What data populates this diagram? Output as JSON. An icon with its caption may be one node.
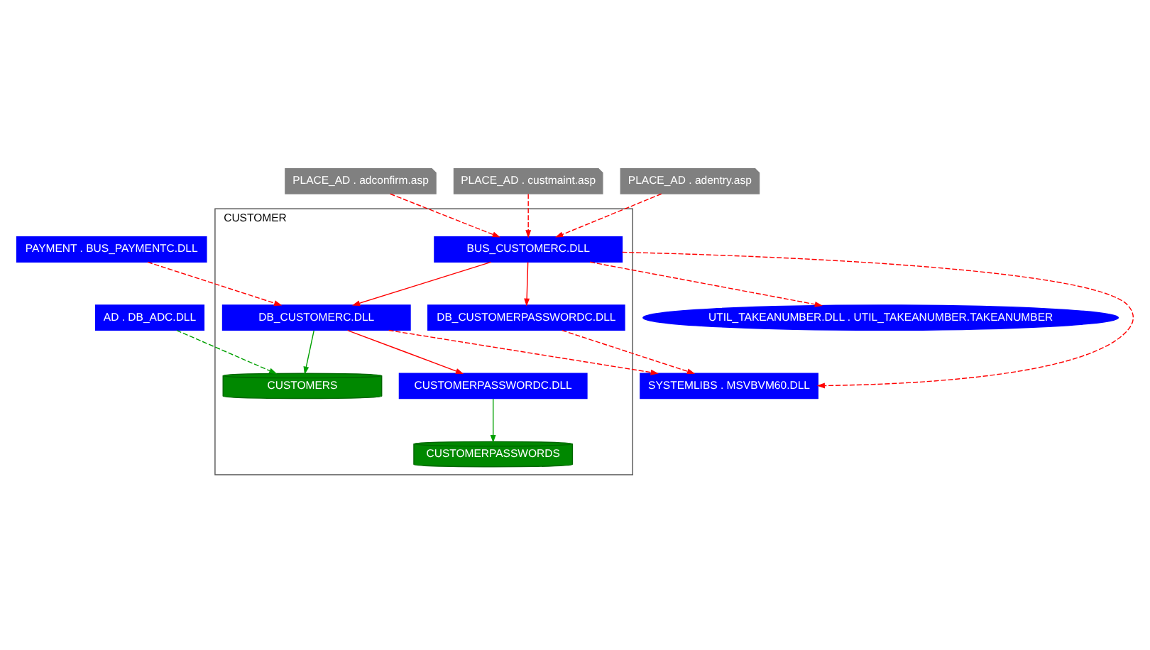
{
  "diagram": {
    "nodes": [
      {
        "text": [
          "AD . DB_ADC.DLL"
        ]
      },
      {
        "text": [
          "PLACE_AD . adconfirm.asp"
        ]
      },
      {
        "text": [
          "PLACE_AD . custmaint.asp"
        ]
      },
      {
        "text": [
          "PLACE_AD . adentry.asp"
        ]
      },
      {
        "text": [
          "PAYMENT . BUS_PAYMENTC.DLL"
        ]
      },
      {
        "text": [
          "CUSTOMER"
        ]
      },
      {
        "text": [
          "BUS_CUSTOMERC.DLL"
        ],
        "in": 5
      },
      {
        "text": [
          "CUSTOMERPASSWORDC.DLL"
        ],
        "in": 5
      },
      {
        "text": [
          "DB_CUSTOMERC.DLL"
        ],
        "in": 5
      },
      {
        "text": [
          "DB_CUSTOMERPASSWORDC.DLL"
        ],
        "in": 5
      },
      {
        "text": [
          "CUSTOMERS"
        ],
        "in": 5
      },
      {
        "text": [
          "CUSTOMERPASSWORDS"
        ],
        "in": 5
      },
      {
        "text": [
          "UTIL_TAKEANUMBER.DLL . UTIL_TAKEANUMBER.TAKEANUMBER"
        ]
      },
      {
        "text": [
          "SYSTEMLIBS . MSVBVM60.DLL"
        ]
      }
    ],
    "edges": [
      {
        "from": 0,
        "to": 10,
        "arrow": "to",
        "style": "dashed",
        "color": "#00a000"
      },
      {
        "from": 1,
        "to": 6,
        "arrow": "to",
        "style": "dashed"
      },
      {
        "from": 2,
        "to": 6,
        "arrow": "to",
        "style": "dashed"
      },
      {
        "from": 3,
        "to": 6,
        "arrow": "to",
        "style": "dashed"
      },
      {
        "from": 4,
        "to": 8,
        "arrow": "to",
        "style": "dashed"
      },
      {
        "from": 6,
        "to": 8,
        "arrow": "to"
      },
      {
        "from": 6,
        "to": 9,
        "arrow": "to"
      },
      {
        "from": 8,
        "to": 7,
        "arrow": "to"
      },
      {
        "from": 8,
        "to": 10,
        "arrow": "to",
        "color": "#00a000"
      },
      {
        "from": 7,
        "to": 11,
        "arrow": "to",
        "color": "#00a000"
      },
      {
        "from": 6,
        "to": 12,
        "arrow": "to",
        "style": "dashed"
      },
      {
        "from": 6,
        "to": 13,
        "arrow": "to",
        "style": "dashed"
      },
      {
        "from": 8,
        "to": 13,
        "arrow": "to",
        "style": "dashed"
      },
      {
        "from": 9,
        "to": 13,
        "arrow": "to",
        "style": "dashed"
      }
    ]
  }
}
